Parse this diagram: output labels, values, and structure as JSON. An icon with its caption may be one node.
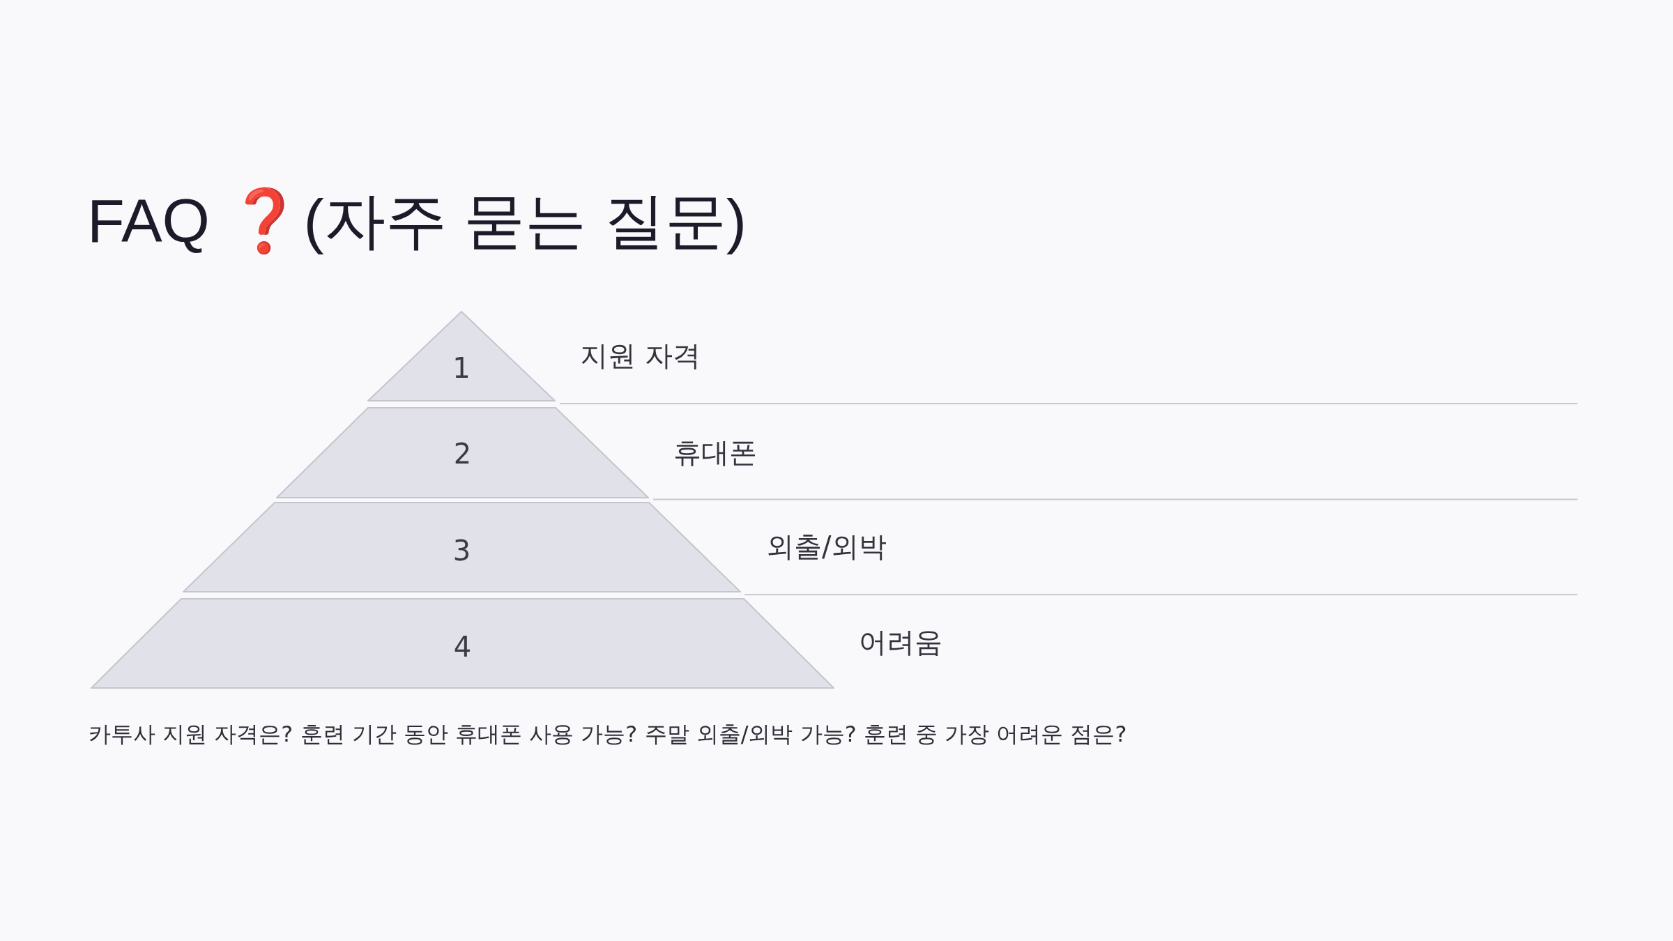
{
  "diagram": {
    "title": "FAQ ❓(자주 묻는 질문)",
    "nodes": [
      {
        "text": [
          "1"
        ],
        "beside": [
          "지원 자격"
        ]
      },
      {
        "text": [
          "2"
        ],
        "beside": [
          "휴대폰"
        ]
      },
      {
        "text": [
          "3"
        ],
        "beside": [
          "외출/외박"
        ]
      },
      {
        "text": [
          "4"
        ],
        "beside": [
          "어려움"
        ]
      }
    ],
    "caption": "카투사 지원 자격은? 훈련 기간 동안 휴대폰 사용 가능? 주말 외출/외박 가능? 훈련 중 가장 어려운 점은?"
  }
}
